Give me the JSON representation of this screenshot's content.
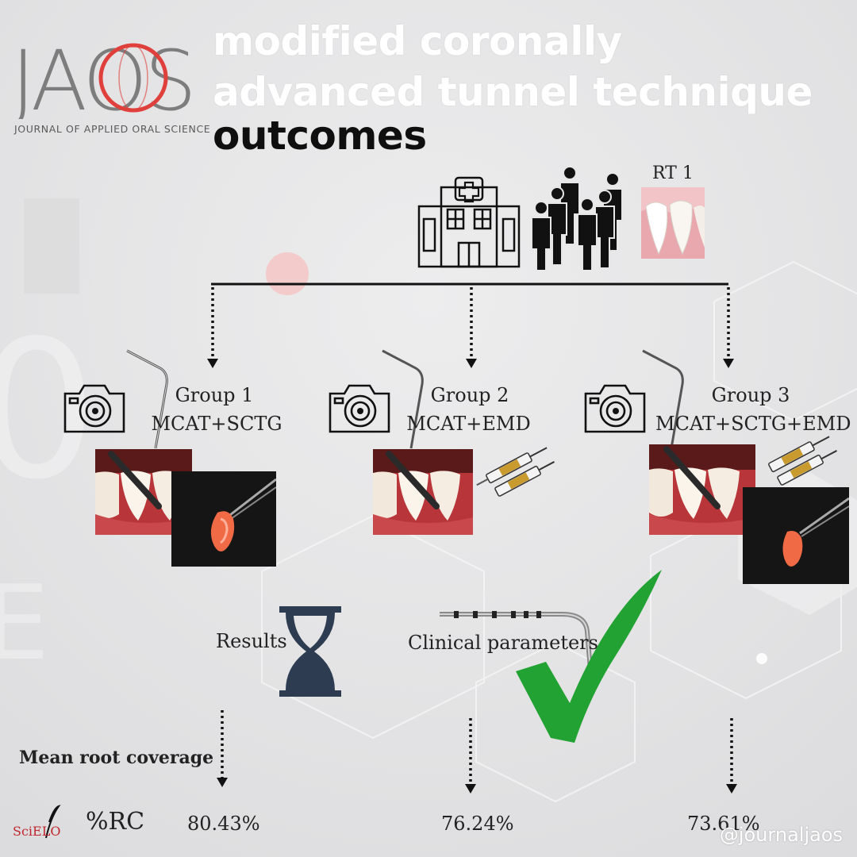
{
  "header": {
    "logo_text": "JAOS",
    "logo_subtitle": "JOURNAL OF APPLIED ORAL SCIENCE",
    "title_line1": "modified coronally",
    "title_line2": "advanced tunnel technique",
    "title_line3": "outcomes"
  },
  "intro": {
    "rt_label": "RT 1"
  },
  "groups": [
    {
      "name": "Group 1",
      "treatment": "MCAT+SCTG",
      "rc": "80.43%"
    },
    {
      "name": "Group 2",
      "treatment": "MCAT+EMD",
      "rc": "76.24%"
    },
    {
      "name": "Group 3",
      "treatment": "MCAT+SCTG+EMD",
      "rc": "73.61%"
    }
  ],
  "results": {
    "results_label": "Results",
    "clinical_label": "Clinical parameters",
    "mean_root_coverage_label": "Mean root coverage",
    "rc_label": "%RC"
  },
  "footer": {
    "scielo_text": "SciELO",
    "handle": "@journaljaos"
  },
  "colors": {
    "accent_red": "#e0403c",
    "check_green": "#22a232",
    "hourglass_navy": "#2e3c52",
    "background": "#e6e6e7"
  }
}
